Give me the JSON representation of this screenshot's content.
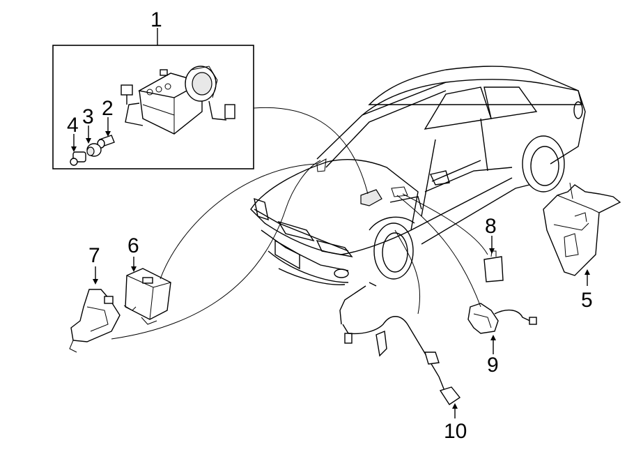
{
  "callouts": {
    "c1": "1",
    "c2": "2",
    "c3": "3",
    "c4": "4",
    "c5": "5",
    "c6": "6",
    "c7": "7",
    "c8": "8",
    "c9": "9",
    "c10": "10"
  },
  "colors": {
    "ink": "#000000",
    "paper": "#ffffff"
  },
  "parts": [
    "abs-hydraulic-unit",
    "abs-sensor-2",
    "abs-part-3",
    "abs-part-4",
    "bracket-5",
    "control-module-6",
    "bracket-7",
    "relay-8",
    "front-sensor-9",
    "rear-sensor-10"
  ]
}
